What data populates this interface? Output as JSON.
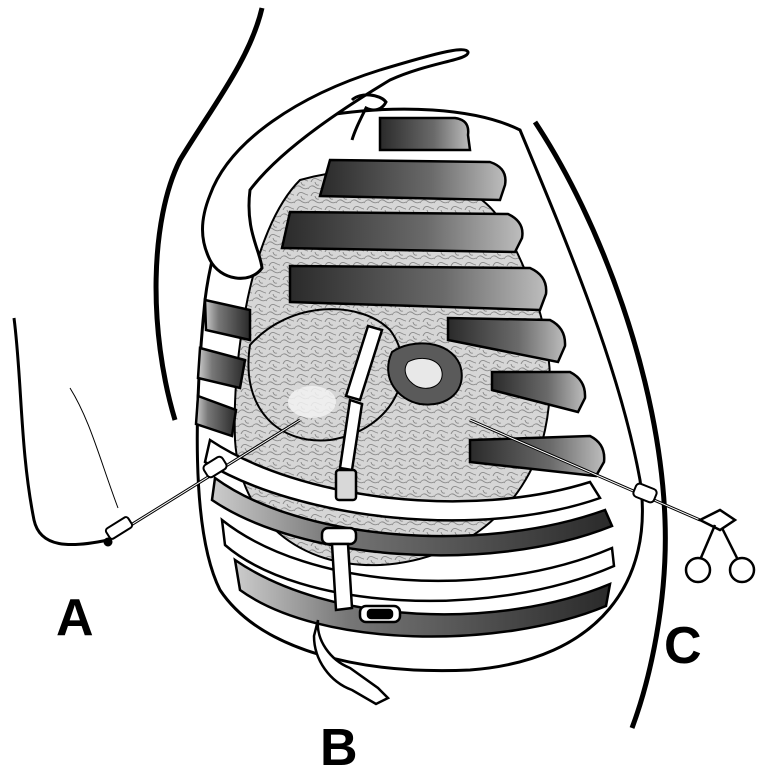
{
  "labels": {
    "port_a": "A",
    "port_b": "B",
    "port_c": "C"
  },
  "colors": {
    "outline": "#000000",
    "lung_fill": "#cfcfcf",
    "rib_dark": "#3a3a3a",
    "rib_mid": "#7a7a7a",
    "lesion": "#555555",
    "background": "#ffffff"
  },
  "icons": [
    "scalpel-icon",
    "clamp-icon",
    "scissors-icon"
  ]
}
